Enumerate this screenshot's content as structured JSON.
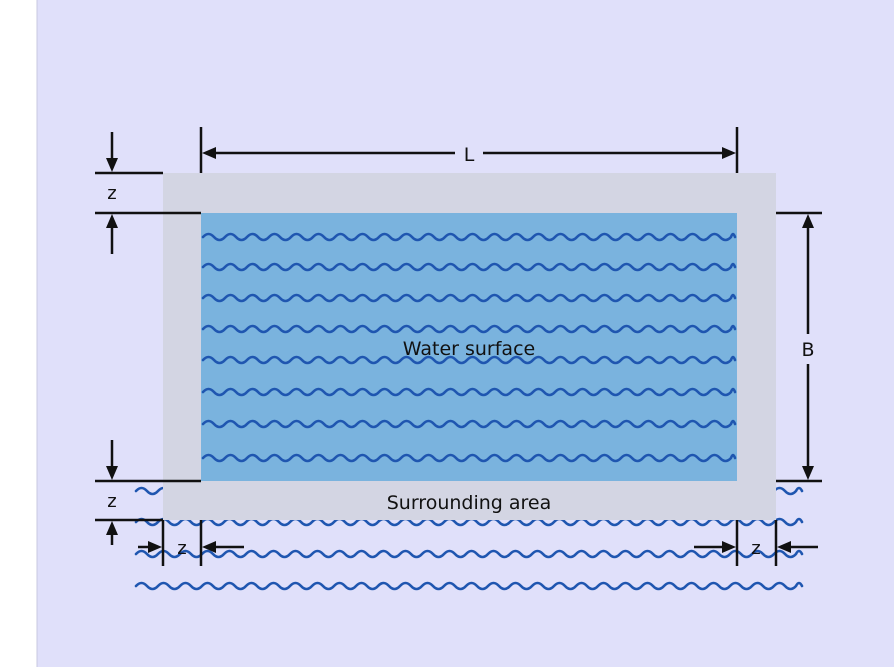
{
  "labels": {
    "length": "L",
    "width": "B",
    "z": "z",
    "water_surface": "Water surface",
    "surrounding_area": "Surrounding area"
  },
  "colors": {
    "background": "#e0e0fa",
    "surrounding": "#d3d5e3",
    "water": "#7ab3de",
    "wave": "#1f56b0",
    "line": "#111111"
  },
  "icons": [
    "dimension-arrow",
    "wave-line"
  ]
}
